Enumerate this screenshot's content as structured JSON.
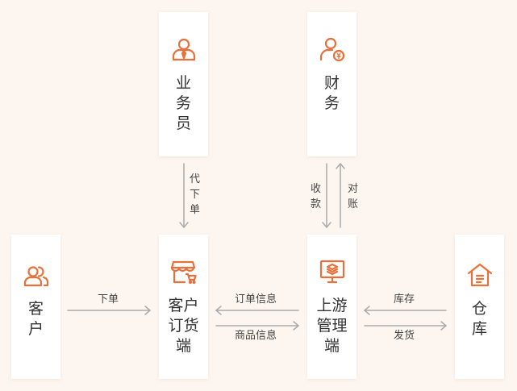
{
  "colors": {
    "background": "#fdf6f0",
    "accent": "#e8703a",
    "arrow": "#aaaaaa",
    "card": "#ffffff"
  },
  "nodes": {
    "salesman": {
      "label": "业\n务\n员",
      "icon": "person-tie-icon"
    },
    "finance": {
      "label": "财\n务",
      "icon": "person-money-icon"
    },
    "customer": {
      "label": "客\n户",
      "icon": "users-icon"
    },
    "order": {
      "label": "客户\n订货\n端",
      "icon": "store-cart-icon"
    },
    "mgmt": {
      "label": "上游\n管理\n端",
      "icon": "monitor-layers-icon"
    },
    "warehouse": {
      "label": "仓\n库",
      "icon": "warehouse-icon"
    }
  },
  "edges": {
    "place_order_by_proxy": "代\n下\n单",
    "collect_payment": "收\n款",
    "reconcile": "对\n账",
    "place_order": "下单",
    "order_info": "订单信息",
    "product_info": "商品信息",
    "inventory": "库存",
    "ship": "发货"
  }
}
